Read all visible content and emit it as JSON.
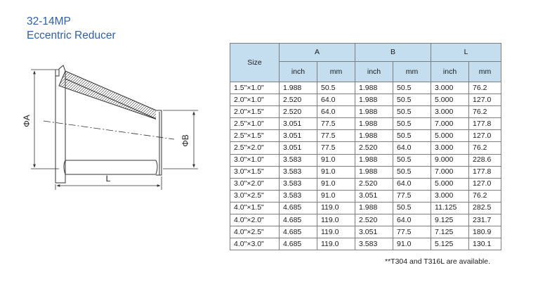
{
  "title": {
    "code": "32-14MP",
    "name": "Eccentric Reducer"
  },
  "drawing": {
    "label_a": "ΦA",
    "label_b": "ΦB",
    "label_l": "L"
  },
  "table": {
    "headers": {
      "size": "Size",
      "groups": [
        "A",
        "B",
        "L"
      ],
      "units": [
        "inch",
        "mm",
        "inch",
        "mm",
        "inch",
        "mm"
      ]
    },
    "rows": [
      [
        "1.5\"×1.0\"",
        "1.988",
        "50.5",
        "1.988",
        "50.5",
        "3.000",
        "76.2"
      ],
      [
        "2.0\"×1.0\"",
        "2.520",
        "64.0",
        "1.988",
        "50.5",
        "5.000",
        "127.0"
      ],
      [
        "2.0\"×1.5\"",
        "2.520",
        "64.0",
        "1.988",
        "50.5",
        "3.000",
        "76.2"
      ],
      [
        "2.5\"×1.0\"",
        "3.051",
        "77.5",
        "1.988",
        "50.5",
        "7.000",
        "177.8"
      ],
      [
        "2.5\"×1.5\"",
        "3.051",
        "77.5",
        "1.988",
        "50.5",
        "5.000",
        "127.0"
      ],
      [
        "2.5\"×2.0\"",
        "3.051",
        "77.5",
        "2.520",
        "64.0",
        "3.000",
        "76.2"
      ],
      [
        "3.0\"×1.0\"",
        "3.583",
        "91.0",
        "1.988",
        "50.5",
        "9.000",
        "228.6"
      ],
      [
        "3.0\"×1.5\"",
        "3.583",
        "91.0",
        "1.988",
        "50.5",
        "7.000",
        "177.8"
      ],
      [
        "3.0\"×2.0\"",
        "3.583",
        "91.0",
        "2.520",
        "64.0",
        "5.000",
        "127.0"
      ],
      [
        "3.0\"×2.5\"",
        "3.583",
        "91.0",
        "3.051",
        "77.5",
        "3.000",
        "76.2"
      ],
      [
        "4.0\"×1.5\"",
        "4.685",
        "119.0",
        "1.988",
        "50.5",
        "11.125",
        "282.5"
      ],
      [
        "4.0\"×2.0\"",
        "4.685",
        "119.0",
        "2.520",
        "64.0",
        "9.125",
        "231.7"
      ],
      [
        "4.0\"×2.5\"",
        "4.685",
        "119.0",
        "3.051",
        "77.5",
        "7.125",
        "180.9"
      ],
      [
        "4.0\"×3.0\"",
        "4.685",
        "119.0",
        "3.583",
        "91.0",
        "5.125",
        "130.1"
      ]
    ]
  },
  "footnote": "**T304 and T316L are available.",
  "colors": {
    "title": "#2f5fa8",
    "header_bg": "#c4def0",
    "line": "#333333"
  }
}
